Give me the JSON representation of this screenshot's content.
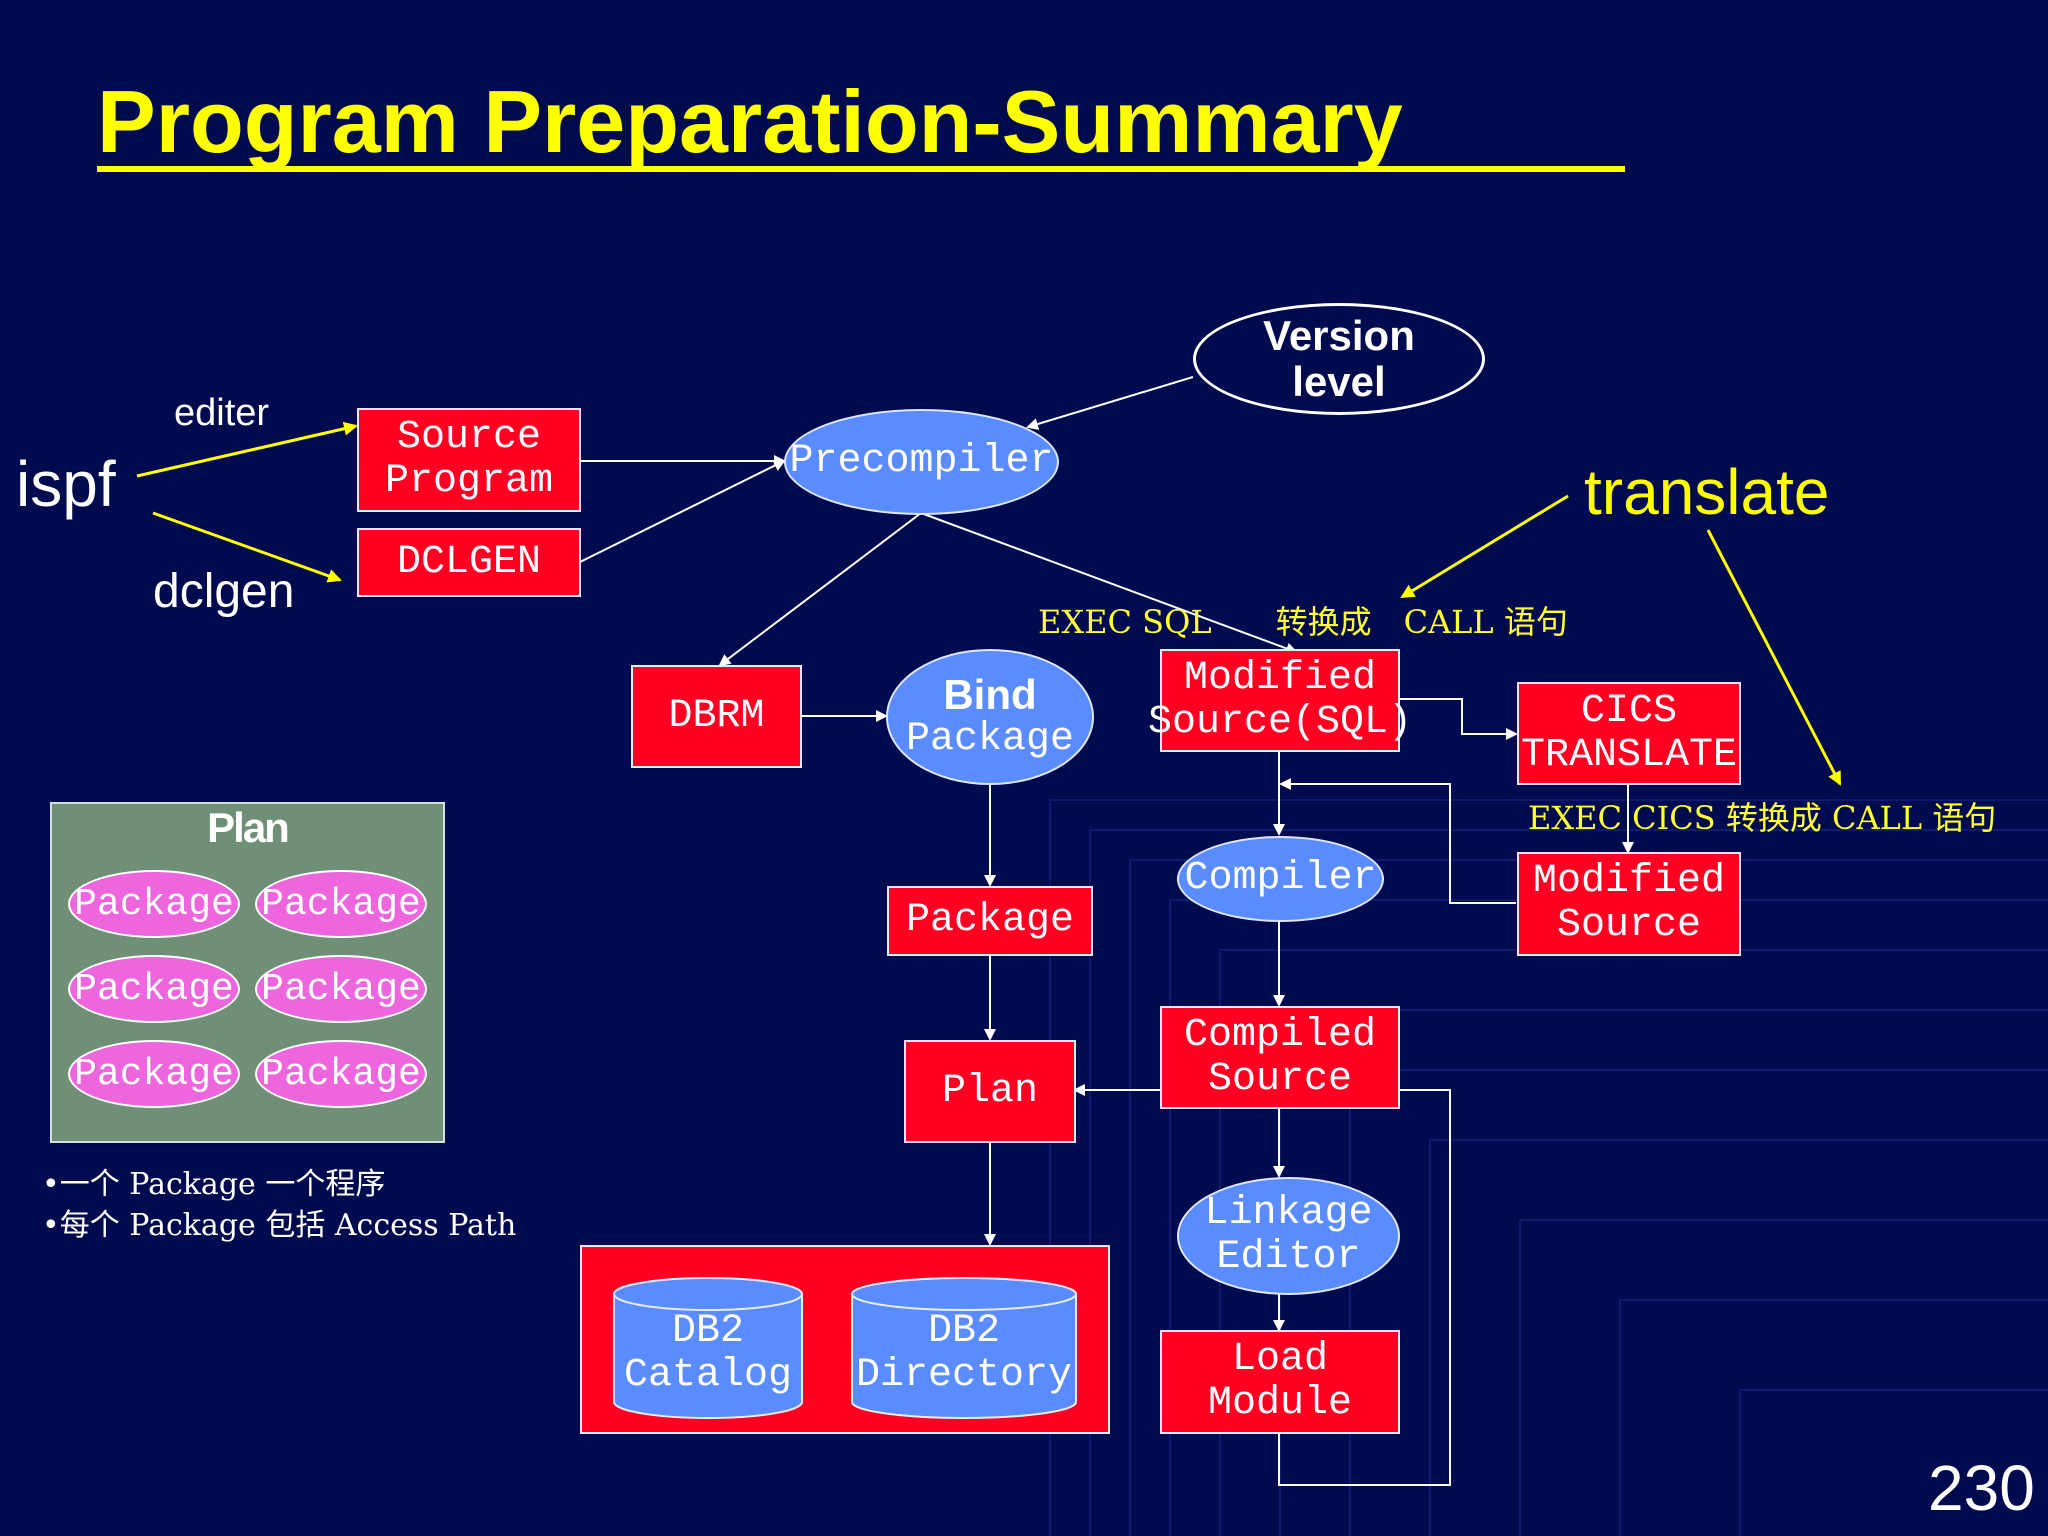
{
  "title": "Program Preparation-Summary",
  "page_number": "230",
  "labels": {
    "ispf": "ispf",
    "editer": "editer",
    "dclgen": "dclgen",
    "translate": "translate",
    "exec_sql": "EXEC SQL　　转换成　CALL 语句",
    "exec_cics": "EXEC CICS 转换成 CALL 语句"
  },
  "nodes": {
    "source_program": [
      "Source",
      "Program"
    ],
    "dclgen_box": "DCLGEN",
    "version_level": [
      "Version",
      "level"
    ],
    "precompiler": "Precompiler",
    "dbrm": "DBRM",
    "bind": "Bind",
    "bind_package": "Package",
    "modified_source_sql": [
      "Modified",
      "Source(SQL)"
    ],
    "cics_translate": [
      "CICS",
      "TRANSLATE"
    ],
    "compiler": "Compiler",
    "modified_source": [
      "Modified",
      "Source"
    ],
    "package": "Package",
    "compiled_source": [
      "Compiled",
      "Source"
    ],
    "plan": "Plan",
    "linkage_editor": [
      "Linkage",
      "Editor"
    ],
    "load_module": [
      "Load",
      "Module"
    ],
    "db2_catalog": [
      "DB2",
      "Catalog"
    ],
    "db2_directory": [
      "DB2",
      "Directory"
    ]
  },
  "plan_panel": {
    "title": "Plan",
    "packages": [
      "Package",
      "Package",
      "Package",
      "Package",
      "Package",
      "Package"
    ]
  },
  "notes": [
    "•一个 Package 一个程序",
    "•每个 Package 包括 Access Path"
  ],
  "colors": {
    "background": "#000a4e",
    "title": "#ffff00",
    "box": "#ff0022",
    "ellipse": "#5b8cff",
    "package": "#ee66dd",
    "plan_panel": "#6f8f76",
    "annotation": "#ffff33"
  }
}
